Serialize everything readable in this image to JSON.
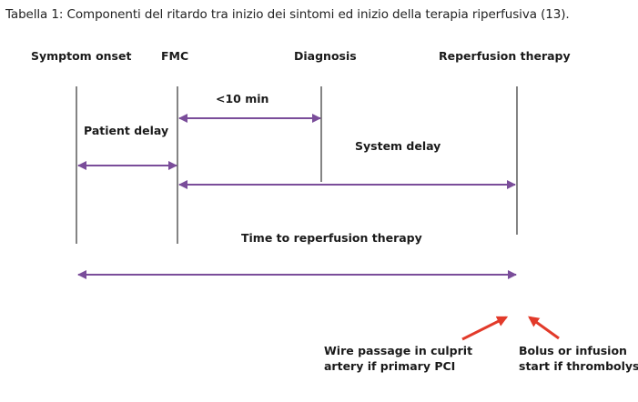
{
  "caption": "Tabella 1: Componenti del ritardo tra inizio dei sintomi ed inizio della terapia riperfusiva (13).",
  "milestones": {
    "symptom_onset": "Symptom onset",
    "fmc": "FMC",
    "diagnosis": "Diagnosis",
    "reperfusion_therapy": "Reperfusion therapy"
  },
  "intervals": {
    "fmc_to_diagnosis": "<10 min",
    "patient_delay": "Patient delay",
    "system_delay": "System delay",
    "time_to_reperfusion": "Time to reperfusion therapy"
  },
  "notes": {
    "wire_passage_line1": "Wire passage in culprit",
    "wire_passage_line2": "artery if primary PCI",
    "bolus_line1": "Bolus or infusion",
    "bolus_line2": "start if thrombolysi"
  },
  "colors": {
    "interval_arrow": "#7a4d9a",
    "pointer_arrow": "#e23a2a",
    "milestone_line": "#333333"
  }
}
